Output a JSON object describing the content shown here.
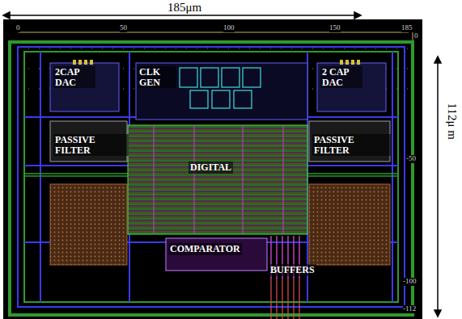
{
  "diagram": {
    "nodes": [
      {
        "text": [
          "2CAP DAC"
        ]
      },
      {
        "text": [
          "CLK GEN"
        ]
      },
      {
        "text": [
          "2 CAP DAC"
        ]
      },
      {
        "text": [
          "PASSIVE FILTER"
        ]
      },
      {
        "text": [
          "DIGITAL"
        ]
      },
      {
        "text": [
          "PASSIVE FILTER"
        ]
      },
      {
        "text": [
          "COMPARATOR"
        ]
      },
      {
        "text": [
          "BUFFERS"
        ]
      }
    ],
    "labels": [
      "185μm",
      "112μ m",
      "0",
      "50",
      "100",
      "150",
      "185",
      "0",
      "-50",
      "-100",
      "-112"
    ]
  }
}
